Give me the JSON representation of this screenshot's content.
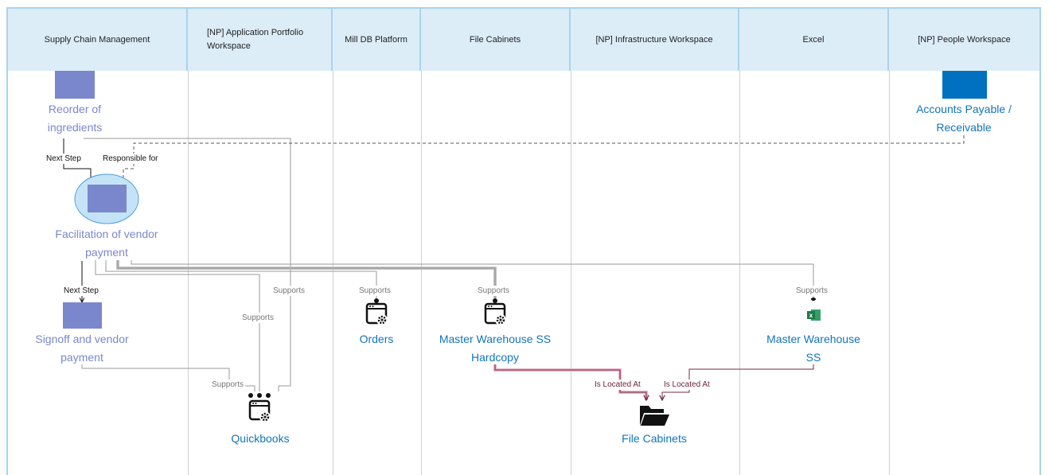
{
  "lanes": [
    "Supply Chain Management",
    "[NP] Application Portfolio Workspace",
    "Mill DB Platform",
    "File Cabinets",
    "[NP] Infrastructure Workspace",
    "Excel",
    "[NP] People Workspace"
  ],
  "nodes": {
    "reorder": "Reorder of ingredients",
    "facilitation": "Facilitation of vendor payment",
    "signoff": "Signoff and vendor payment",
    "accounts": "Accounts Payable / Receivable",
    "orders": "Orders",
    "mw_hardcopy": "Master Warehouse SS Hardcopy",
    "mw_ss": "Master Warehouse SS",
    "quickbooks": "Quickbooks",
    "file_cabinets": "File Cabinets"
  },
  "links": {
    "next_step": "Next Step",
    "responsible_for": "Responsible for",
    "supports": "Supports",
    "is_located_at": "Is Located At"
  },
  "colors": {
    "header_bg": "#dcedf8",
    "lane_border": "#a9d4ee",
    "capability": "#7b87cc",
    "capability_highlight_bg": "#c5e3f7",
    "org_unit": "#0070c0",
    "application_text": "#1275b8",
    "located_link": "#7a2545",
    "excel_green": "#1f7a45"
  },
  "icons": {
    "application": "app-window-gear-icon",
    "spreadsheet": "excel-icon",
    "storage": "open-folder-icon"
  }
}
